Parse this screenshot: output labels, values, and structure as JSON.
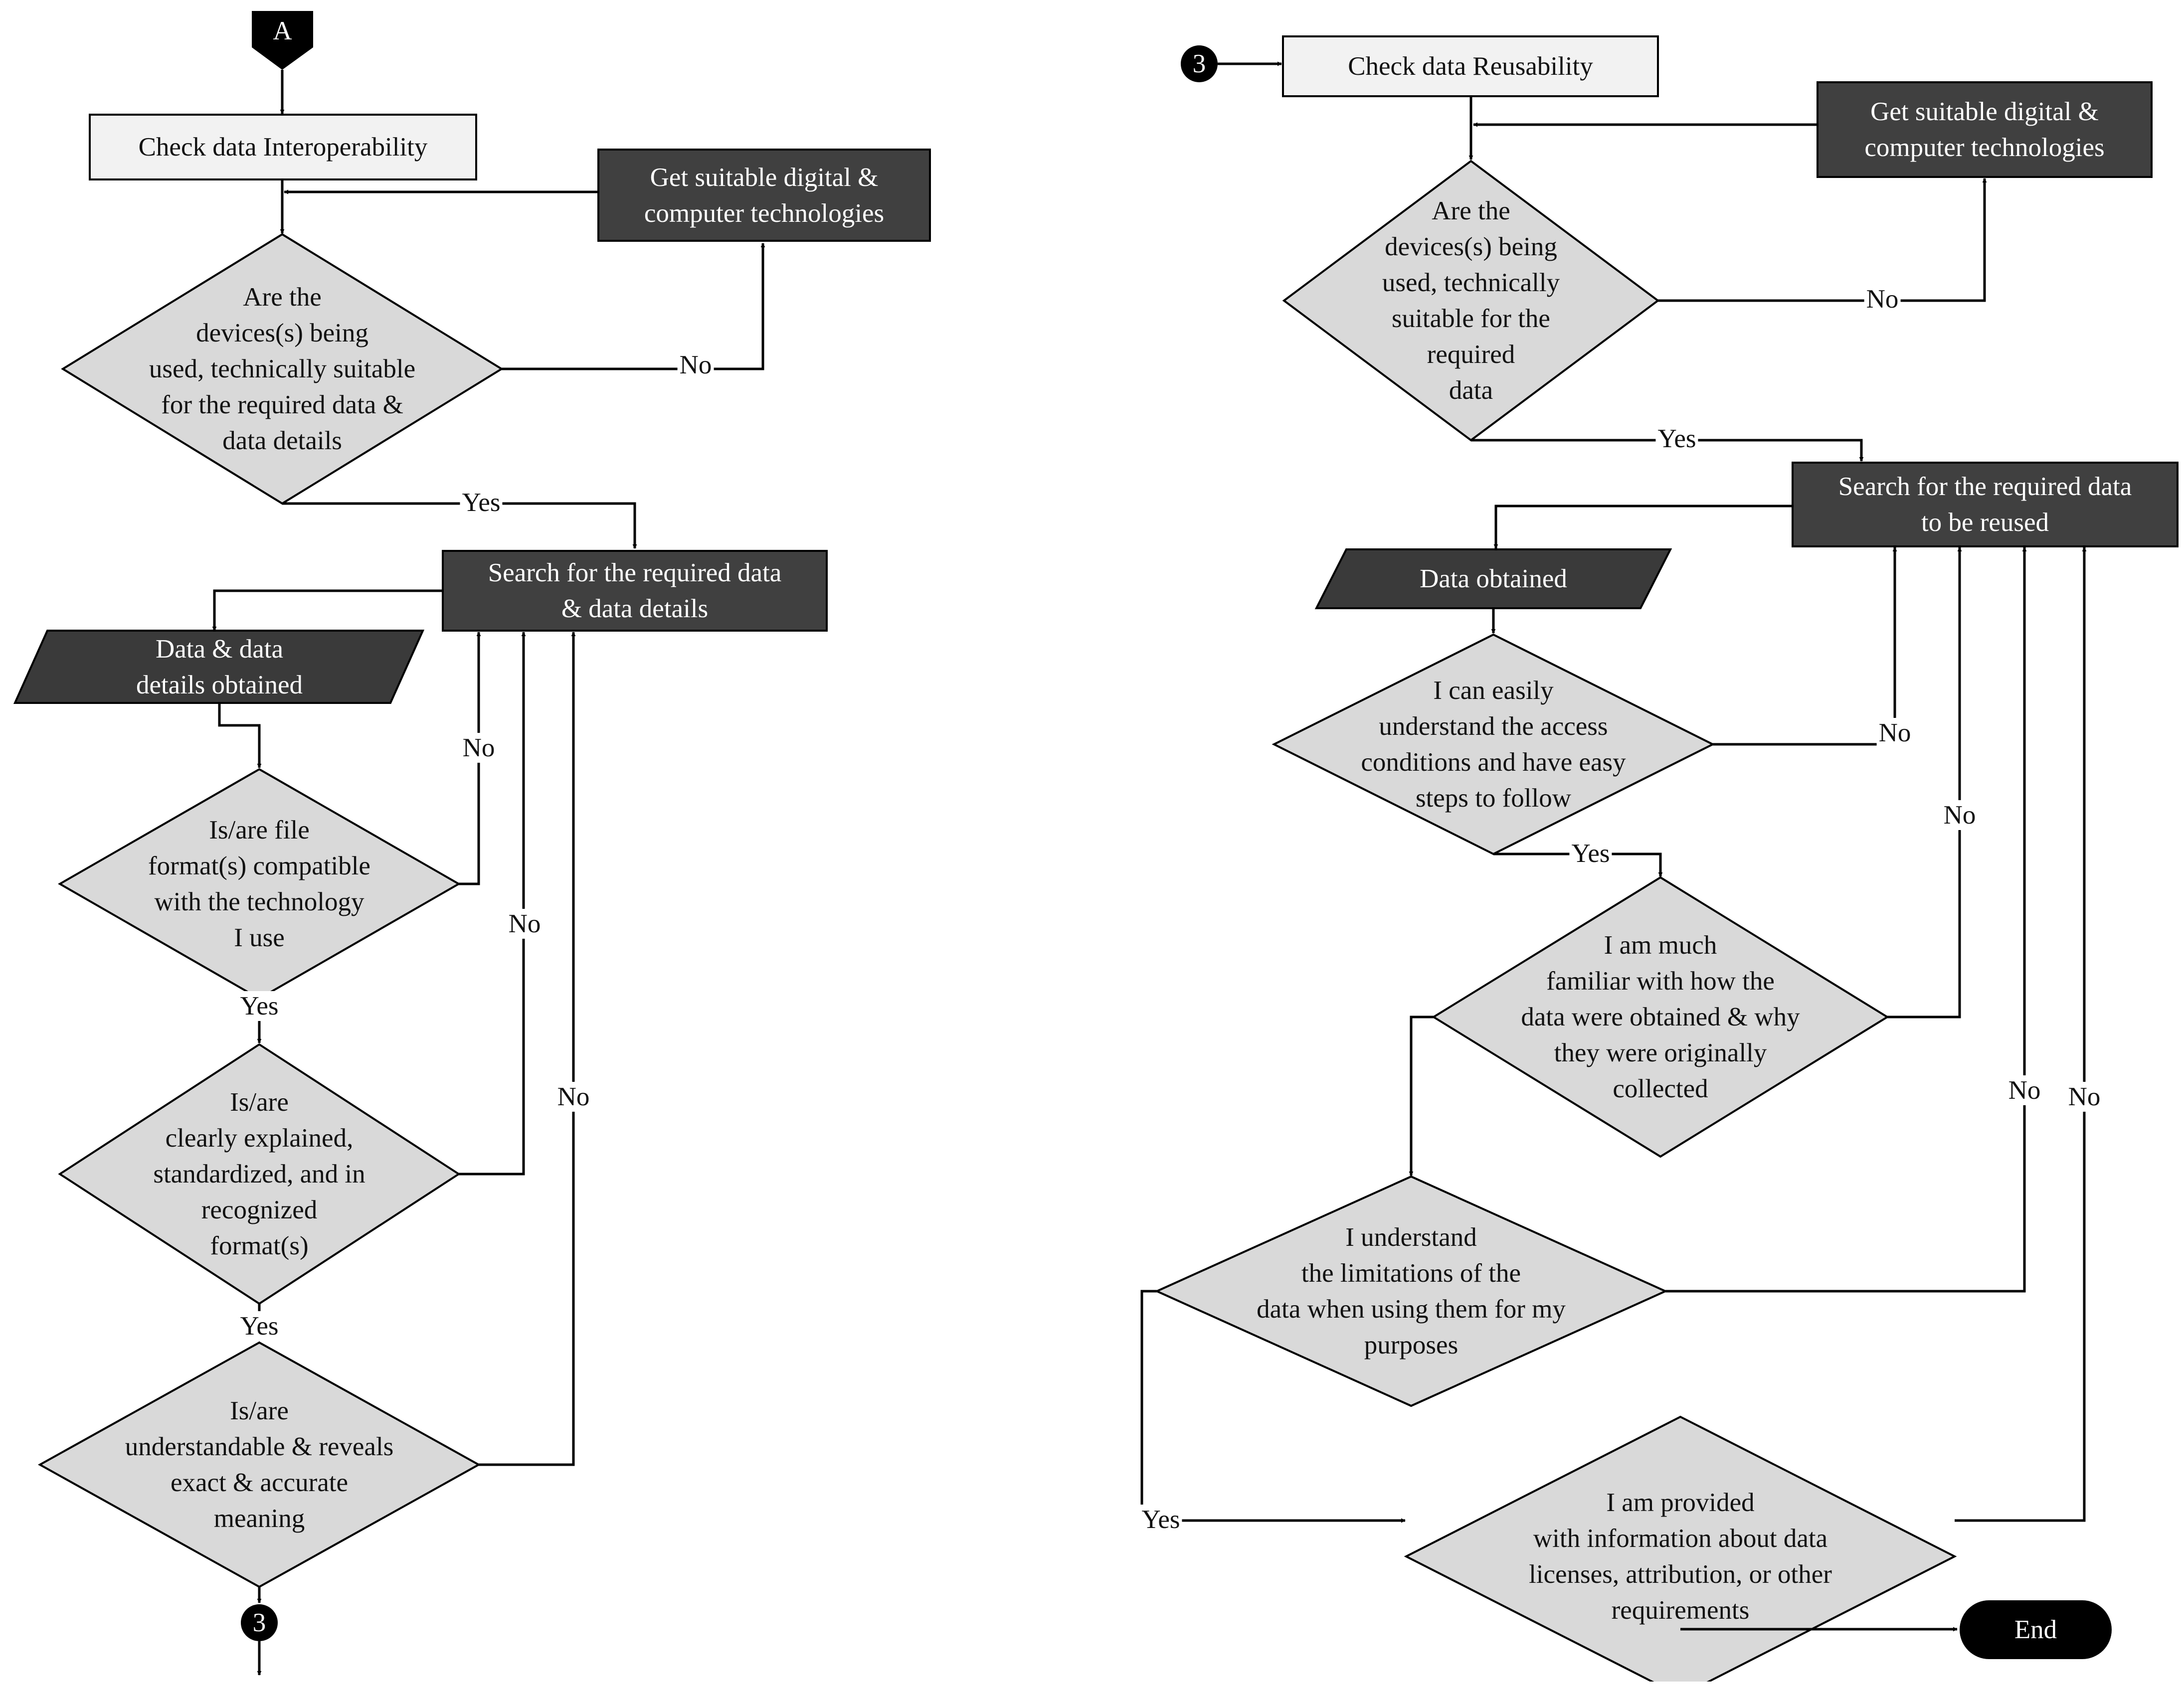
{
  "colors": {
    "process_light": "#f2f2f2",
    "process_dark": "#404040",
    "decision_fill": "#d9d9d9",
    "data_fill": "#3a3a3a",
    "terminal_fill": "#000000",
    "line": "#000000"
  },
  "left": {
    "start_marker": "A",
    "check": "Check data Interoperability",
    "get_tech": "Get suitable digital &\ncomputer technologies",
    "q_devices": "Are the\ndevices(s) being\nused, technically suitable\nfor the required data &\ndata details",
    "search": "Search for the required data\n& data details",
    "obtained": "Data & data\ndetails obtained",
    "q_format": "Is/are file\nformat(s) compatible\nwith the technology\nI use",
    "q_explained": "Is/are\nclearly explained,\nstandardized, and in\nrecognized\nformat(s)",
    "q_understand": "Is/are\nunderstandable & reveals\nexact & accurate\nmeaning",
    "connector": "3"
  },
  "right": {
    "connector": "3",
    "check": "Check data Reusability",
    "get_tech": "Get suitable digital &\ncomputer technologies",
    "q_devices": "Are the\ndevices(s) being\nused, technically\nsuitable for the\nrequired\ndata",
    "search": "Search for the required data\nto be reused",
    "obtained": "Data obtained",
    "q_access": "I can easily\nunderstand the access\nconditions and have easy\nsteps to follow",
    "q_familiar": "I am much\nfamiliar with how the\ndata were obtained & why\nthey were originally\ncollected",
    "q_limits": "I understand\nthe limitations of the\ndata when using them for my\npurposes",
    "q_licenses": "I am provided\nwith information about data\nlicenses, attribution, or other\nrequirements",
    "end": "End"
  },
  "edges": {
    "yes": "Yes",
    "no": "No"
  }
}
